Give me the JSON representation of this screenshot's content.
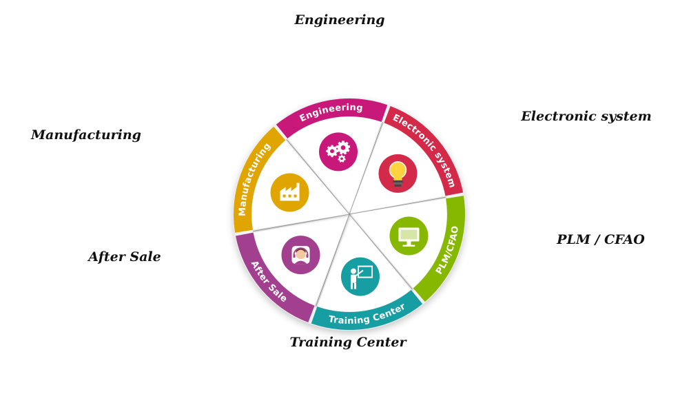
{
  "outer_labels": {
    "engineering": "Engineering",
    "electronic_system": "Electronic system",
    "plm_cfao": "PLM / CFAO",
    "training_center": "Training Center",
    "after_sale": "After Sale",
    "manufacturing": "Manufacturing"
  },
  "wheel": {
    "segments": [
      {
        "key": "engineering",
        "label": "Engineering",
        "color": "#c8197a",
        "icon": "gears-icon"
      },
      {
        "key": "electronic-system",
        "label": "Electronic system",
        "color": "#d42a4a",
        "icon": "lightbulb-icon"
      },
      {
        "key": "plm-cfao",
        "label": "PLM/CFAO",
        "color": "#86b800",
        "icon": "monitor-icon"
      },
      {
        "key": "training-center",
        "label": "Training Center",
        "color": "#169ea3",
        "icon": "teacher-board-icon"
      },
      {
        "key": "after-sale",
        "label": "After Sale",
        "color": "#a33f8f",
        "icon": "support-agent-icon"
      },
      {
        "key": "manufacturing",
        "label": "Manufacturing",
        "color": "#e0a500",
        "icon": "factory-icon"
      }
    ]
  }
}
